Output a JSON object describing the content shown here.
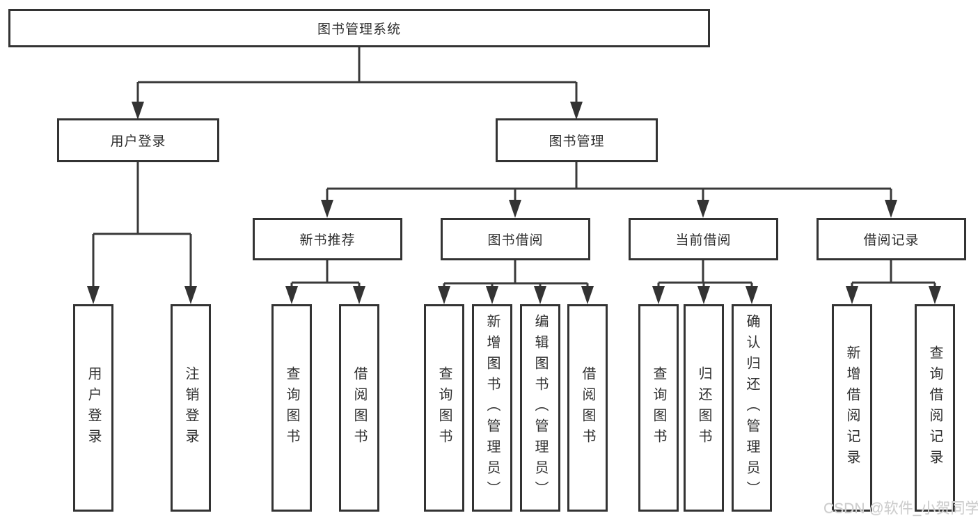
{
  "diagram_title": "图书管理系统",
  "colors": {
    "line": "#3a3a3a",
    "box_border": "#333333",
    "text": "#2f2f2f",
    "background": "#ffffff",
    "watermark": "#cccccc"
  },
  "nodes": {
    "root": "图书管理系统",
    "userLogin": "用户登录",
    "bookMgmt": "图书管理",
    "newBookRec": "新书推荐",
    "bookBorrow": "图书借阅",
    "currentBorrow": "当前借阅",
    "borrowRecords": "借阅记录",
    "g1": [
      "用户登录",
      "注销登录"
    ],
    "g2": [
      "查询图书",
      "借阅图书"
    ],
    "g3": [
      "查询图书",
      "新增图书（管理员）",
      "编辑图书（管理员）",
      "借阅图书"
    ],
    "g4": [
      "查询图书",
      "归还图书",
      "确认归还（管理员）"
    ],
    "g5": [
      "新增借阅记录",
      "查询借阅记录"
    ]
  },
  "watermark": "CSDN @软件_小贺同学"
}
